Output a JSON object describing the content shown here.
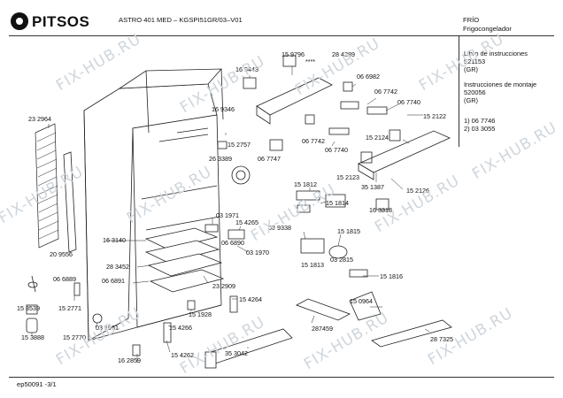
{
  "header": {
    "brand": "PITSOS",
    "model": "ASTRO 401 MED – KGSPI51GR/03–V01",
    "category": "FRÍO",
    "subcategory": "Frigocongelador"
  },
  "docs": {
    "manual_title": "Libro de instrucciones",
    "manual_number": "521153",
    "manual_lang": "(GR)",
    "assembly_title": "Instrucciones de montaje",
    "assembly_number": "520056",
    "assembly_lang": "(GR)",
    "note_1": "1) 06 7746",
    "note_2": "2) 03 3055"
  },
  "footer": {
    "code": "ep50091 -3/1"
  },
  "watermark": "FIX-HUB.RU",
  "parts": [
    "15 9796",
    "****",
    "28 4289",
    "16 9443",
    "06 6982",
    "06 7742",
    "06 7740",
    "16 9346",
    "23 2964",
    "15 2757",
    "06 7747",
    "06 7742",
    "06 7740",
    "15 2124",
    "15 2122",
    "15 2123",
    "35 1387",
    "15 2126",
    "26 3389",
    "15 1812",
    "15 1814",
    "16 3318",
    "03 1971",
    "15 4265",
    "03 9338",
    "15 1815",
    "16 3140",
    "06 6890",
    "03 1970",
    "20 9556",
    "28 3452",
    "15 1813",
    "03 2815",
    "06 6889",
    "06 6891",
    "23 2909",
    "15 1816",
    "15 4264",
    "15 0964",
    "15 3539",
    "15 2771",
    "03 1961",
    "15 1928",
    "287459",
    "15 3888",
    "15 2770",
    "15 4266",
    "28 7325",
    "15 4262",
    "16 2859",
    "35 3042"
  ]
}
